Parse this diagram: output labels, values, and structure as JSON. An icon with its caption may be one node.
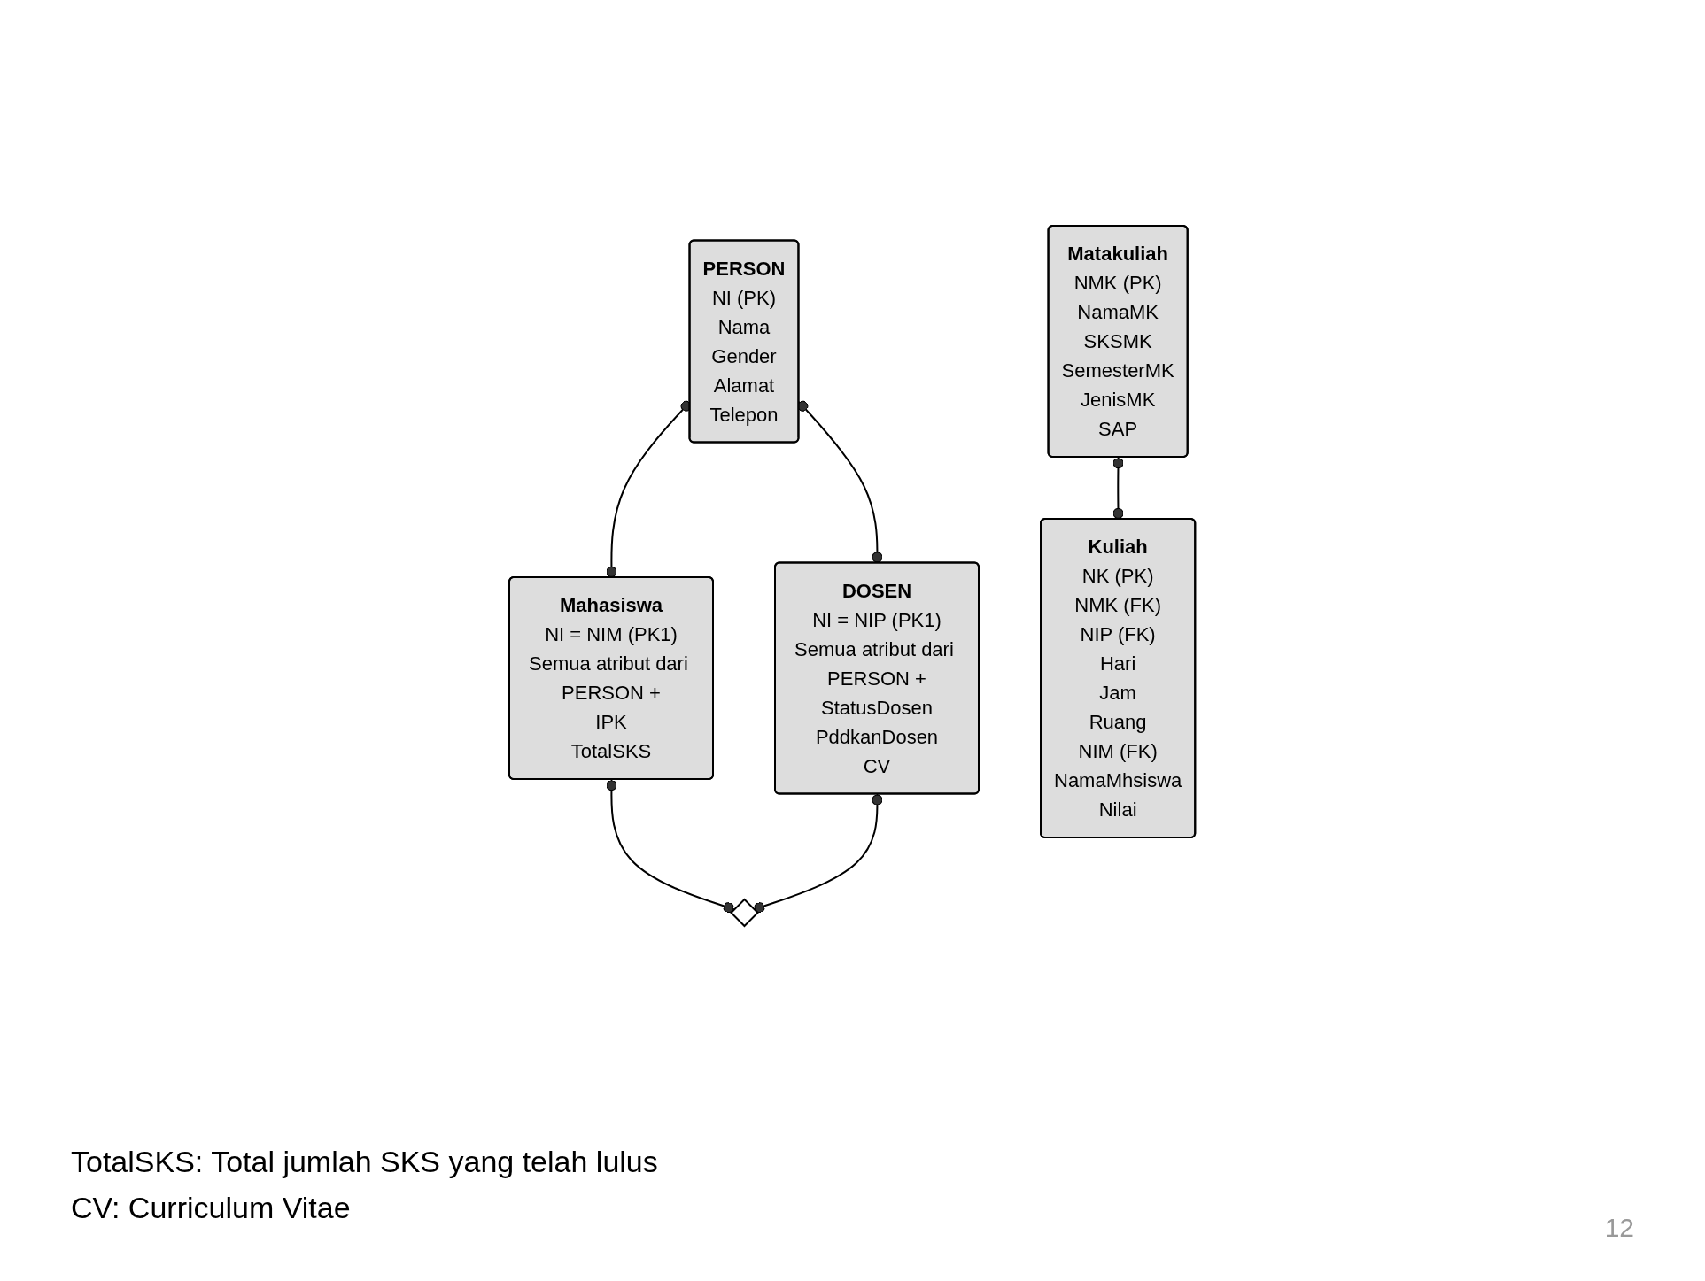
{
  "diagram": {
    "nodes": [
      {
        "text": [
          "PERSON",
          "NI (PK)",
          "Nama",
          "Gender",
          "Alamat",
          "Telepon"
        ]
      },
      {
        "text": [
          "Mahasiswa",
          "NI = NIM (PK1)",
          "Semua atribut dari PERSON +",
          "IPK",
          "TotalSKS"
        ]
      },
      {
        "text": [
          "DOSEN",
          "NI = NIP (PK1)",
          "Semua atribut dari PERSON +",
          "StatusDosen",
          "PddkanDosen",
          "CV"
        ]
      },
      {
        "text": [
          "Kuliah",
          "NK (PK)",
          "NMK (FK)",
          "NIP (FK)",
          "Hari",
          "Jam",
          "Ruang",
          "NIM (FK)",
          "NamaMhsiswa",
          "Nilai"
        ]
      },
      {
        "text": [],
        "shape": "diamond"
      },
      {
        "text": [
          "Matakuliah",
          "NMK (PK)",
          "NamaMK",
          "SKSMK",
          "SemesterMK",
          "JenisMK",
          "SAP"
        ]
      }
    ],
    "edges": [
      {
        "from": 0,
        "to": 1,
        "arrow": "other"
      },
      {
        "from": 0,
        "to": 2,
        "arrow": "other"
      },
      {
        "from": 1,
        "to": 4,
        "arrow": "other"
      },
      {
        "from": 2,
        "to": 4,
        "arrow": "other"
      },
      {
        "from": 5,
        "to": 3,
        "arrow": "other"
      }
    ],
    "labels": [
      "TotalSKS: Total jumlah SKS yang telah lulus",
      "CV: Curriculum Vitae",
      "12"
    ]
  }
}
